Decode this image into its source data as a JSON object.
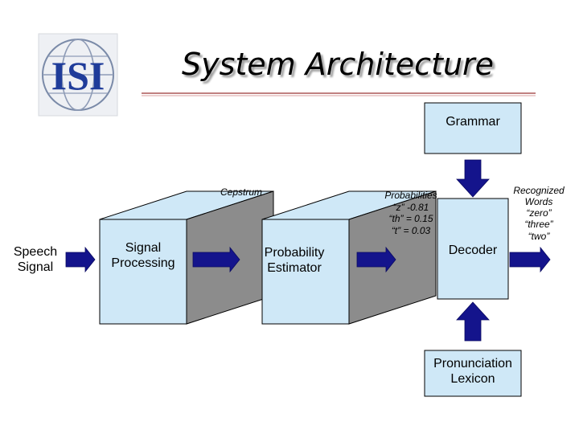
{
  "slide": {
    "title": "System Architecture",
    "logo": {
      "name": "isi-logo",
      "text": "ISI",
      "color": "#1f3c9a"
    }
  },
  "colors": {
    "box_face": "#cfe8f7",
    "box_side": "#8c8c8c",
    "box_top": "#c8c8c8",
    "arrow": "#14148c",
    "title_rule": "#c08080"
  },
  "diagram": {
    "input_label": "Speech Signal",
    "signal_processing": "Signal Processing",
    "cepstrum_label": "Cepstrum",
    "probability_estimator": "Probability Estimator",
    "probabilities": {
      "heading": "Probabilities",
      "lines": [
        "“z” -0.81",
        "“th” = 0.15",
        "“t” = 0.03"
      ]
    },
    "grammar": "Grammar",
    "decoder": "Decoder",
    "lexicon": "Pronunciation Lexicon",
    "output": {
      "heading": "Recognized Words",
      "words": [
        "“zero”",
        "“three”",
        "“two”"
      ]
    }
  }
}
